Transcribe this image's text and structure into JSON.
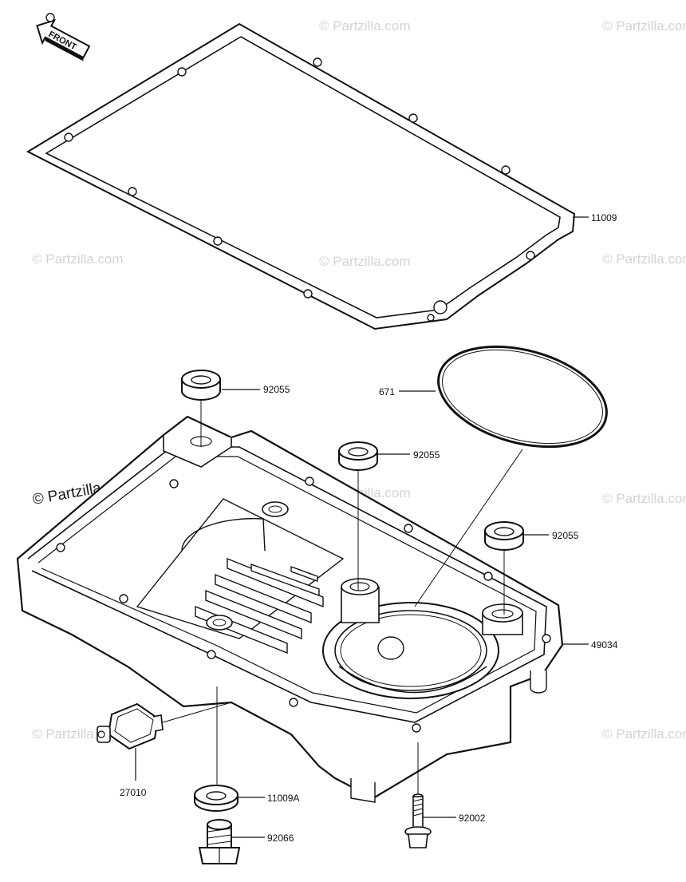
{
  "front_arrow_label": "FRONT",
  "watermark": "© Partzilla.com",
  "parts": [
    {
      "key": "gasket",
      "number": "11009"
    },
    {
      "key": "ring_gasket",
      "number": "671"
    },
    {
      "key": "bush_left",
      "number": "92055"
    },
    {
      "key": "bush_center",
      "number": "92055"
    },
    {
      "key": "bush_right",
      "number": "92055"
    },
    {
      "key": "oil_pan",
      "number": "49034"
    },
    {
      "key": "pressure_switch",
      "number": "27010"
    },
    {
      "key": "drain_washer",
      "number": "11009A"
    },
    {
      "key": "drain_plug",
      "number": "92066"
    },
    {
      "key": "bolt",
      "number": "92002"
    }
  ]
}
